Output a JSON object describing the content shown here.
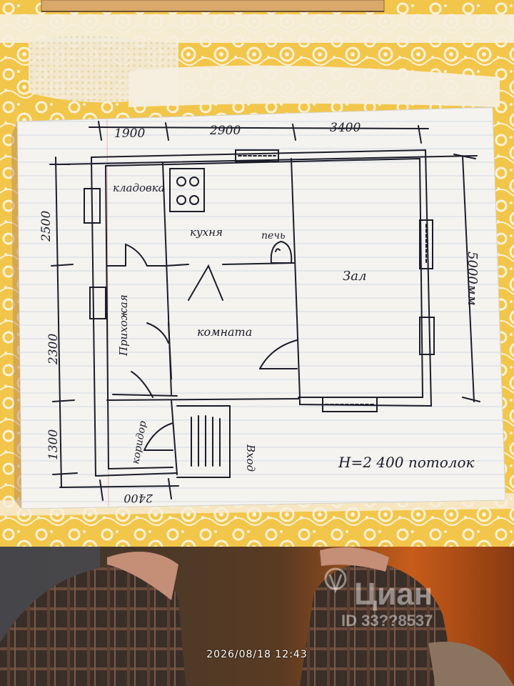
{
  "photo": {
    "timestamp": "2026/08/18  12:43",
    "watermark": {
      "brand": "Циан",
      "id": "ID 33??8537"
    }
  },
  "plan": {
    "rooms": {
      "storage": "кладовка",
      "kitchen": "кухня",
      "stove": "печь",
      "hall": "Зал",
      "room": "комната",
      "vestibule": "Прихожая",
      "corridor": "коридор",
      "entrance": "Вход"
    },
    "dimensions": {
      "top_1": "1900",
      "top_2": "2900",
      "top_3": "3400",
      "left_1": "2500",
      "left_2": "2300",
      "left_3": "1300",
      "right": "5000мм",
      "bottom": "2400"
    },
    "ceiling_note": "H=2 400 потолок"
  },
  "colors": {
    "paper": "#f4f3ef",
    "ink": "#1c1c2a",
    "tablecloth": "#f2c64a",
    "lace": "#f6efe0"
  }
}
